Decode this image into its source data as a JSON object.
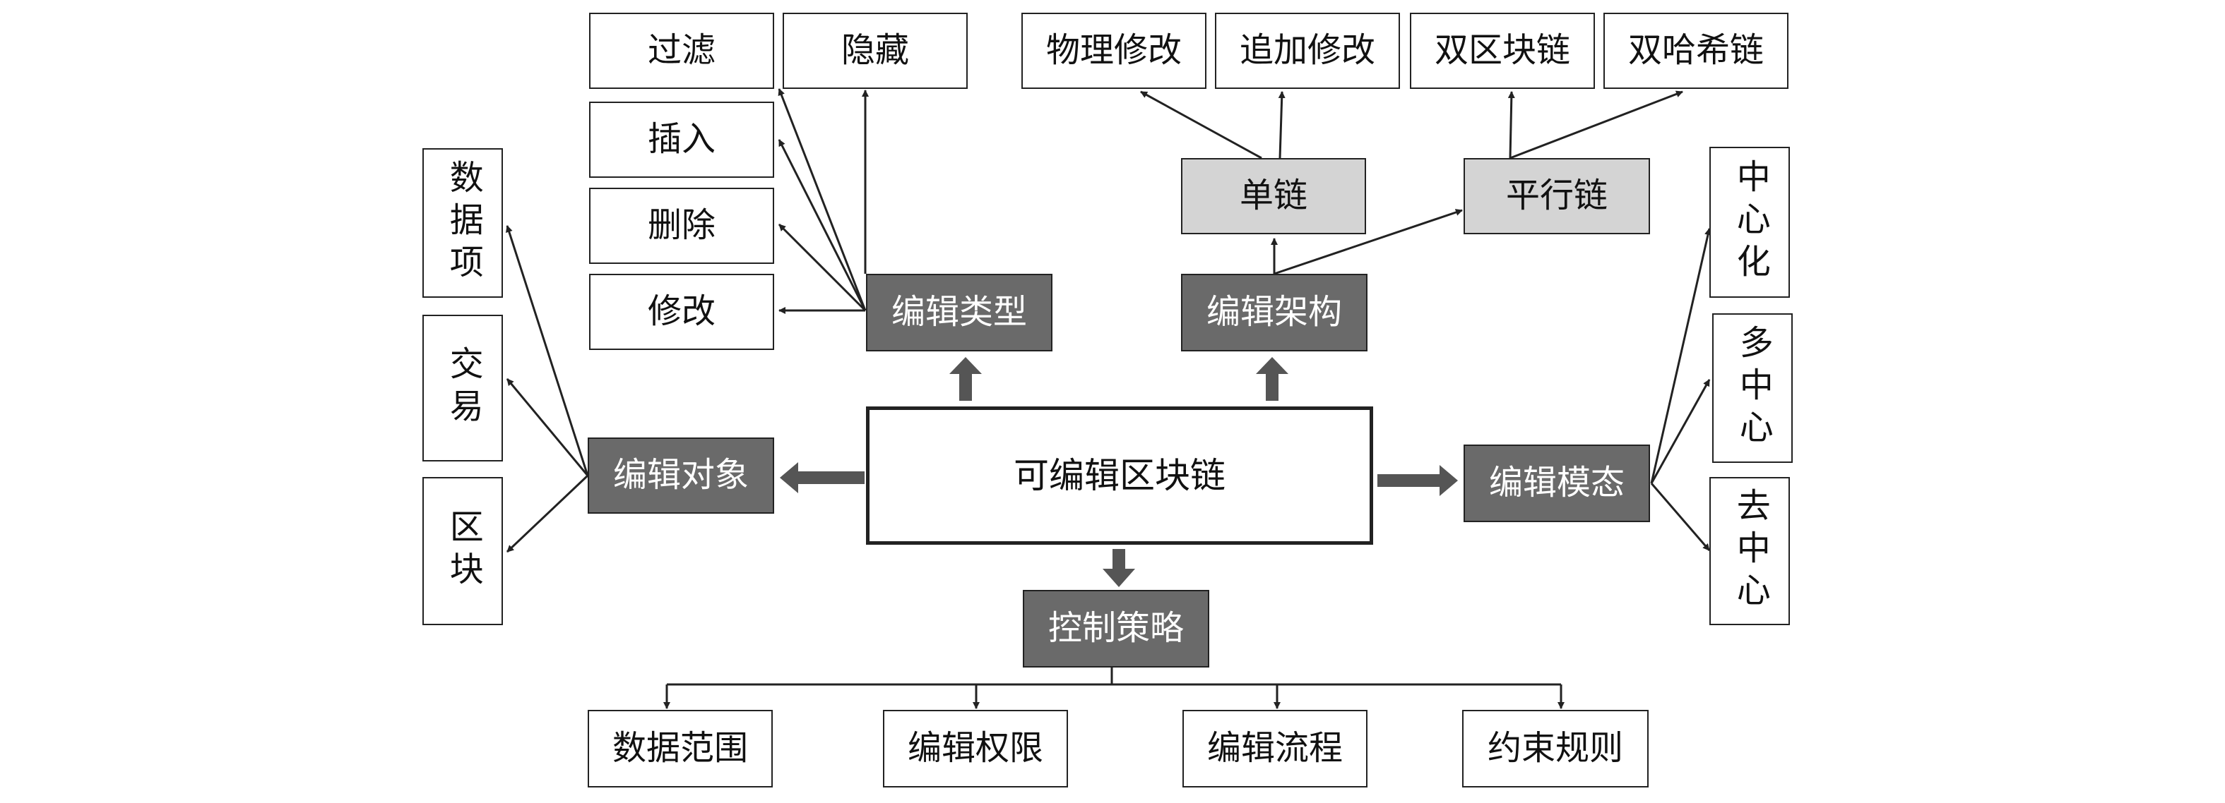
{
  "colors": {
    "dark_fill": "#6a6a6a",
    "light_fill": "#d4d4d4",
    "line": "#222222"
  },
  "center": "可编辑区块链",
  "categories": {
    "edit_type": "编辑类型",
    "edit_arch": "编辑架构",
    "edit_object": "编辑对象",
    "edit_mode": "编辑模态",
    "control": "控制策略"
  },
  "edit_type_items": [
    "过滤",
    "隐藏",
    "插入",
    "删除",
    "修改"
  ],
  "edit_arch_items": {
    "single_chain": "单链",
    "parallel_chain": "平行链",
    "single_children": [
      "物理修改",
      "追加修改"
    ],
    "parallel_children": [
      "双区块链",
      "双哈希链"
    ]
  },
  "edit_object_items": [
    "数据项",
    "交易",
    "区块"
  ],
  "edit_mode_items": [
    "中心化",
    "多中心",
    "去中心"
  ],
  "control_items": [
    "数据范围",
    "编辑权限",
    "编辑流程",
    "约束规则"
  ]
}
